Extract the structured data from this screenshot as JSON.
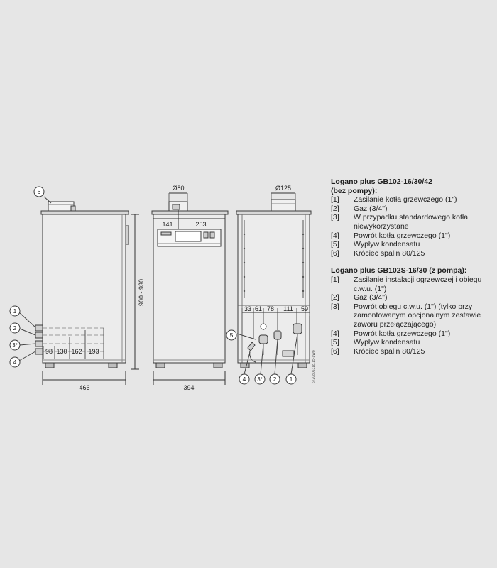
{
  "dimensions": {
    "side_height": "900 - 930",
    "side_width": "466",
    "side_offsets": [
      "98",
      "130",
      "162",
      "193"
    ],
    "front_flue_diameter": "Ø80",
    "front_left_offset": "141",
    "front_right_offset": "253",
    "front_width": "394",
    "rear_flue_diameter": "Ø125",
    "rear_offsets": [
      "33",
      "61",
      "78",
      "111",
      "59"
    ]
  },
  "callouts": {
    "side": [
      "6",
      "1",
      "2",
      "3*",
      "4"
    ],
    "rear": [
      "5",
      "4",
      "3*",
      "2",
      "1"
    ]
  },
  "drawing_code": "6720806318.15-1Wo",
  "legends": [
    {
      "title": "Logano plus GB102-16/30/42",
      "subtitle": "(bez pompy):",
      "items": [
        {
          "num": "[1]",
          "text": "Zasilanie kotła grzewczego (1\")"
        },
        {
          "num": "[2]",
          "text": "Gaz (3/4\")"
        },
        {
          "num": "[3]",
          "text": "W przypadku standardowego kotła niewykorzystane"
        },
        {
          "num": "[4]",
          "text": "Powrót kotła grzewczego (1\")"
        },
        {
          "num": "[5]",
          "text": "Wypływ kondensatu"
        },
        {
          "num": "[6]",
          "text": "Króciec spalin 80/125"
        }
      ]
    },
    {
      "title": "Logano plus GB102S-16/30 (z pompą):",
      "subtitle": "",
      "items": [
        {
          "num": "[1]",
          "text": "Zasilanie instalacji ogrzewczej i obiegu c.w.u. (1\")"
        },
        {
          "num": "[2]",
          "text": "Gaz (3/4\")"
        },
        {
          "num": "[3]",
          "text": "Powrót obiegu c.w.u. (1\") (tylko przy zamontowanym opcjonalnym zestawie zaworu przełączającego)"
        },
        {
          "num": "[4]",
          "text": "Powrót kotła grzewczego (1\")"
        },
        {
          "num": "[5]",
          "text": "Wypływ kondensatu"
        },
        {
          "num": "[6]",
          "text": "Króciec spalin 80/125"
        }
      ]
    }
  ]
}
